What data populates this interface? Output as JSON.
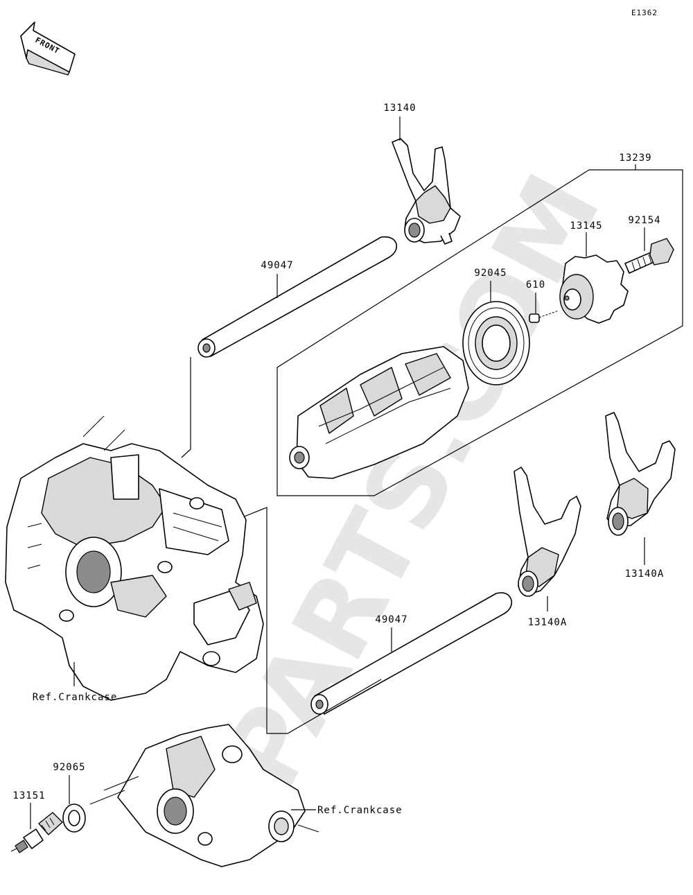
{
  "diagram_code": "E1362",
  "front_label": "FRONT",
  "watermark": "PARTS.COM",
  "labels": {
    "p13140": "13140",
    "p13239": "13239",
    "p92154": "92154",
    "p13145": "13145",
    "p49047_top": "49047",
    "p92045": "92045",
    "p610": "610",
    "p13140A_right": "13140A",
    "p13140A_mid": "13140A",
    "p49047_bottom": "49047",
    "ref_crankcase_left": "Ref.Crankcase",
    "ref_crankcase_right": "Ref.Crankcase",
    "p92065": "92065",
    "p13151": "13151"
  },
  "colors": {
    "line": "#000000",
    "shade": "#d9d9d9",
    "dark": "#8c8c8c",
    "watermark": "#e6e6e6"
  }
}
